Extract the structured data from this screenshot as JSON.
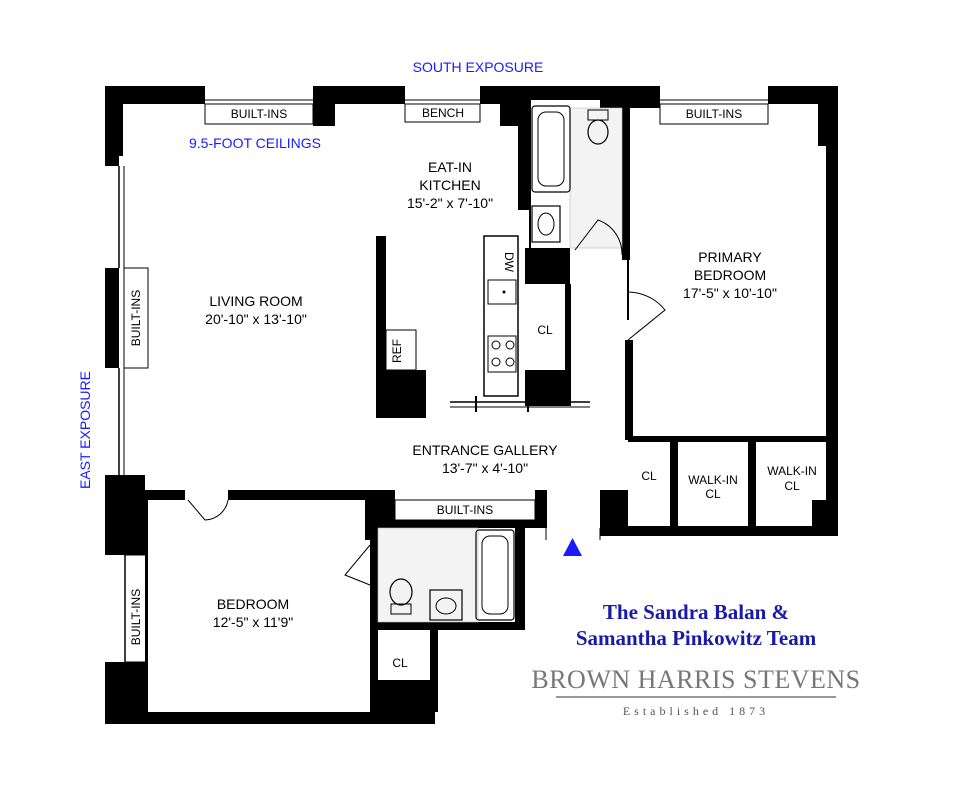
{
  "exposures": {
    "south": "SOUTH EXPOSURE",
    "east": "EAST EXPOSURE"
  },
  "ceilings": "9.5-FOOT CEILINGS",
  "rooms": {
    "living": {
      "name": "LIVING ROOM",
      "dims": "20'-10\" x 13'-10\""
    },
    "kitchen": {
      "name_line1": "EAT-IN",
      "name_line2": "KITCHEN",
      "dims": "15'-2\" x 7'-10\""
    },
    "primary": {
      "name_line1": "PRIMARY",
      "name_line2": "BEDROOM",
      "dims": "17'-5\" x 10'-10\""
    },
    "gallery": {
      "name": "ENTRANCE GALLERY",
      "dims": "13'-7\" x 4'-10\""
    },
    "bedroom": {
      "name": "BEDROOM",
      "dims": "12'-5\" x 11'9\""
    }
  },
  "fixtures": {
    "builtins": "BUILT-INS",
    "bench": "BENCH",
    "closet": "CL",
    "walkin_line1": "WALK-IN",
    "walkin_line2": "CL",
    "dishwasher": "DW",
    "refrigerator": "REF"
  },
  "team": {
    "line1": "The Sandra Balan &",
    "line2": "Samantha Pinkowitz Team"
  },
  "brand": {
    "name": "BROWN HARRIS STEVENS",
    "established": "Established 1873"
  },
  "colors": {
    "accent_blue": "#1a1aff",
    "team_blue": "#1a1aa8",
    "brand_gray": "#777777"
  }
}
